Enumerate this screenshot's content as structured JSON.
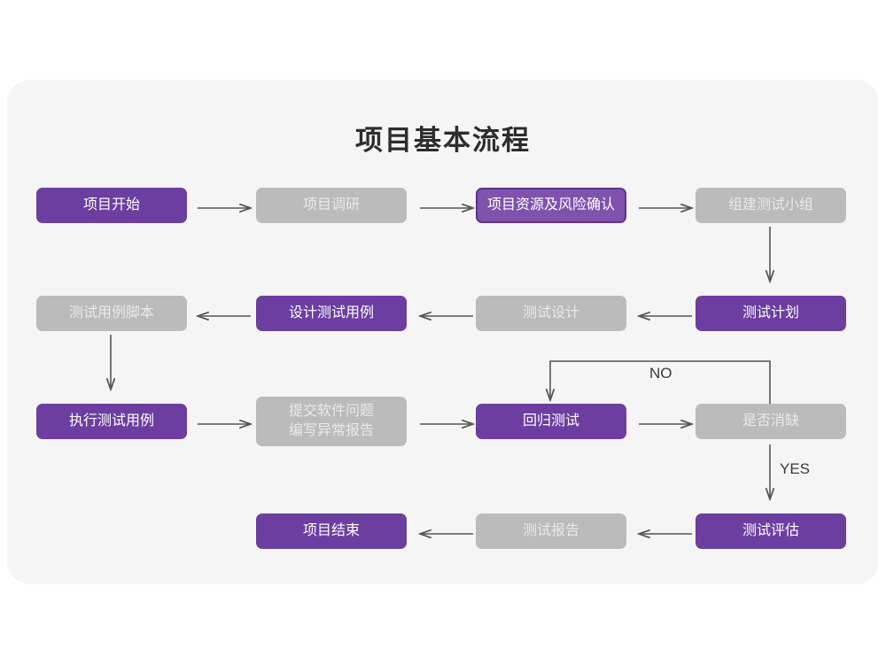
{
  "title": "项目基本流程",
  "colors": {
    "purple": "#6b3ea0",
    "purple_outline_fill": "#7f52ad",
    "purple_outline_border": "#5e3290",
    "gray": "#bbbbbb",
    "card_background": "#f5f5f5",
    "page_background": "#ffffff",
    "connector": "#555555",
    "title_text": "#2d2d2d"
  },
  "nodes": {
    "n1": {
      "label": "项目开始",
      "style": "purple"
    },
    "n2": {
      "label": "项目调研",
      "style": "gray"
    },
    "n3": {
      "label": "项目资源及风险确认",
      "style": "purple-outline"
    },
    "n4": {
      "label": "组建测试小组",
      "style": "gray"
    },
    "n5": {
      "label": "测试计划",
      "style": "purple"
    },
    "n6": {
      "label": "测试设计",
      "style": "gray"
    },
    "n7": {
      "label": "设计测试用例",
      "style": "purple"
    },
    "n8": {
      "label": "测试用例脚本",
      "style": "gray"
    },
    "n9": {
      "label": "执行测试用例",
      "style": "purple"
    },
    "n10_line1": "提交软件问题",
    "n10_line2": "编写异常报告",
    "n11": {
      "label": "回归测试",
      "style": "purple"
    },
    "n12": {
      "label": "是否消缺",
      "style": "gray"
    },
    "n13": {
      "label": "测试评估",
      "style": "purple"
    },
    "n14": {
      "label": "测试报告",
      "style": "gray"
    },
    "n15": {
      "label": "项目结束",
      "style": "purple"
    }
  },
  "edge_labels": {
    "no": "NO",
    "yes": "YES"
  },
  "icons": {
    "arrow_right": "arrow-right-icon",
    "arrow_left": "arrow-left-icon",
    "arrow_down": "arrow-down-icon"
  }
}
